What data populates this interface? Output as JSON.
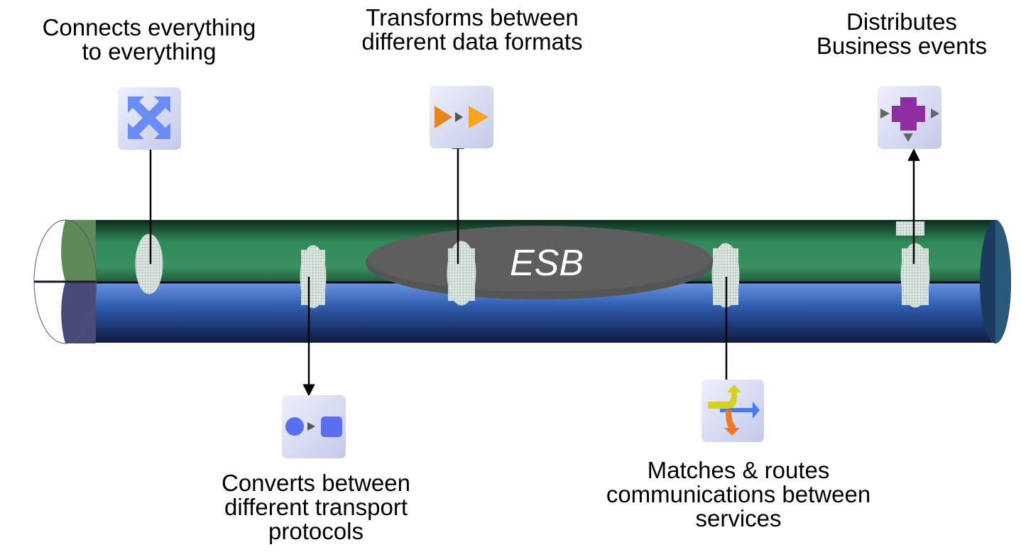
{
  "bus": {
    "label": "ESB"
  },
  "capabilities": [
    {
      "icon": "any-to-any-icon",
      "lines": [
        "Connects everything",
        "to everything"
      ]
    },
    {
      "icon": "protocol-convert-icon",
      "lines": [
        "Converts between",
        "different transport",
        "protocols"
      ]
    },
    {
      "icon": "transform-icon",
      "lines": [
        "Transforms between",
        "different data formats"
      ]
    },
    {
      "icon": "route-icon",
      "lines": [
        "Matches & routes",
        "communications between",
        "services"
      ]
    },
    {
      "icon": "distribute-icon",
      "lines": [
        "Distributes",
        "Business events"
      ]
    }
  ],
  "colors": {
    "bus_top": "#2a7a50",
    "bus_bottom": "#2e5cae",
    "bus_cap": "#5e8a5a",
    "bus_cap_bottom": "#4a4a7a",
    "esb_oval": "#555555",
    "icon_tile": "#d4d8f0",
    "connect_icon": "#6a8cf5",
    "transform_icon": "#f0a020",
    "distribute_icon": "#8e2ea0",
    "protocol_icon": "#5a6ef0",
    "route_yellow": "#d8d020",
    "route_blue": "#4a78f0",
    "route_orange": "#f07820"
  }
}
